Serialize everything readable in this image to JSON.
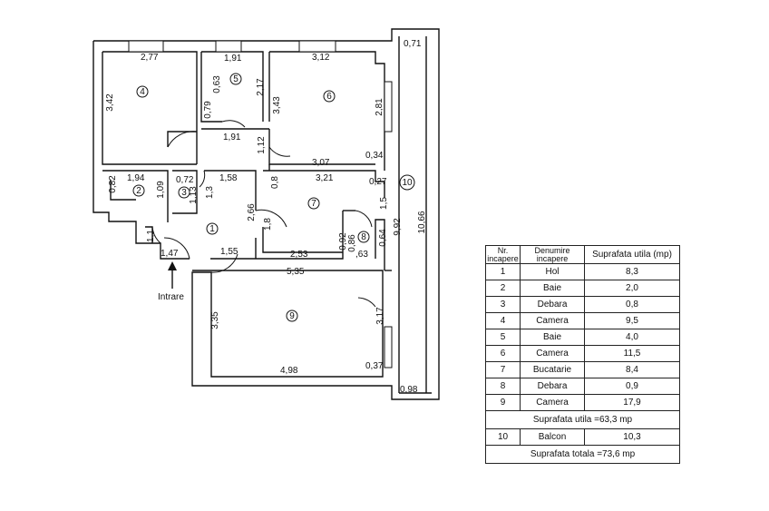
{
  "plan": {
    "rooms": [
      {
        "id": "r1",
        "label": "1"
      },
      {
        "id": "r2",
        "label": "2"
      },
      {
        "id": "r3",
        "label": "3"
      },
      {
        "id": "r4",
        "label": "4"
      },
      {
        "id": "r5",
        "label": "5"
      },
      {
        "id": "r6",
        "label": "6"
      },
      {
        "id": "r7",
        "label": "7"
      },
      {
        "id": "r8",
        "label": "8"
      },
      {
        "id": "r9",
        "label": "9"
      },
      {
        "id": "r10",
        "label": "10"
      }
    ],
    "dimensions": {
      "d_0_71": "0,71",
      "d_2_77": "2,77",
      "d_1_91a": "1,91",
      "d_3_12": "3,12",
      "d_3_42": "3,42",
      "d_0_63": "0,63",
      "d_2_17": "2,17",
      "d_0_79": "0,79",
      "d_3_43": "3,43",
      "d_2_81": "2,81",
      "d_1_91b": "1,91",
      "d_1_12": "1,12",
      "d_3_07": "3,07",
      "d_0_34": "0,34",
      "d_1_94": "1,94",
      "d_0_72": "0,72",
      "d_1_58": "1,58",
      "d_3_21": "3,21",
      "d_0_27": "0,27",
      "d_0_82": "0,82",
      "d_1_09": "1,09",
      "d_1_13": "1,13",
      "d_1_3": "1,3",
      "d_0_8": "0,8",
      "d_2_66": "2,66",
      "d_1_8": "1,8",
      "d_9_92": "9,92",
      "d_1_5": "1,5",
      "d_10_66": "10,66",
      "d_1_47": "1,47",
      "d_1_55": "1,55",
      "d_2_53": "2,53",
      "d_0_92": "0,92",
      "d_0_86": "0,86",
      "d_0_64": "0,64",
      "d_0_63b": ",63",
      "d_1_1": "1,1",
      "d_5_35": "5,35",
      "d_3_35": "3,35",
      "d_3_17": "3,17",
      "d_4_98": "4,98",
      "d_0_37": "0,37",
      "d_0_98": "0,98"
    },
    "entrance_label": "Intrare"
  },
  "table": {
    "header": {
      "nr": "Nr.",
      "nr2": "incapere",
      "name": "Denumire",
      "name2": "incapere",
      "area": "Suprafata utila (mp)"
    },
    "rows": [
      {
        "nr": "1",
        "name": "Hol",
        "area": "8,3"
      },
      {
        "nr": "2",
        "name": "Baie",
        "area": "2,0"
      },
      {
        "nr": "3",
        "name": "Debara",
        "area": "0,8"
      },
      {
        "nr": "4",
        "name": "Camera",
        "area": "9,5"
      },
      {
        "nr": "5",
        "name": "Baie",
        "area": "4,0"
      },
      {
        "nr": "6",
        "name": "Camera",
        "area": "11,5"
      },
      {
        "nr": "7",
        "name": "Bucatarie",
        "area": "8,4"
      },
      {
        "nr": "8",
        "name": "Debara",
        "area": "0,9"
      },
      {
        "nr": "9",
        "name": "Camera",
        "area": "17,9"
      }
    ],
    "subtotal": "Suprafata utila =63,3 mp",
    "balcony": {
      "nr": "10",
      "name": "Balcon",
      "area": "10,3"
    },
    "total": "Suprafata totala =73,6 mp"
  }
}
